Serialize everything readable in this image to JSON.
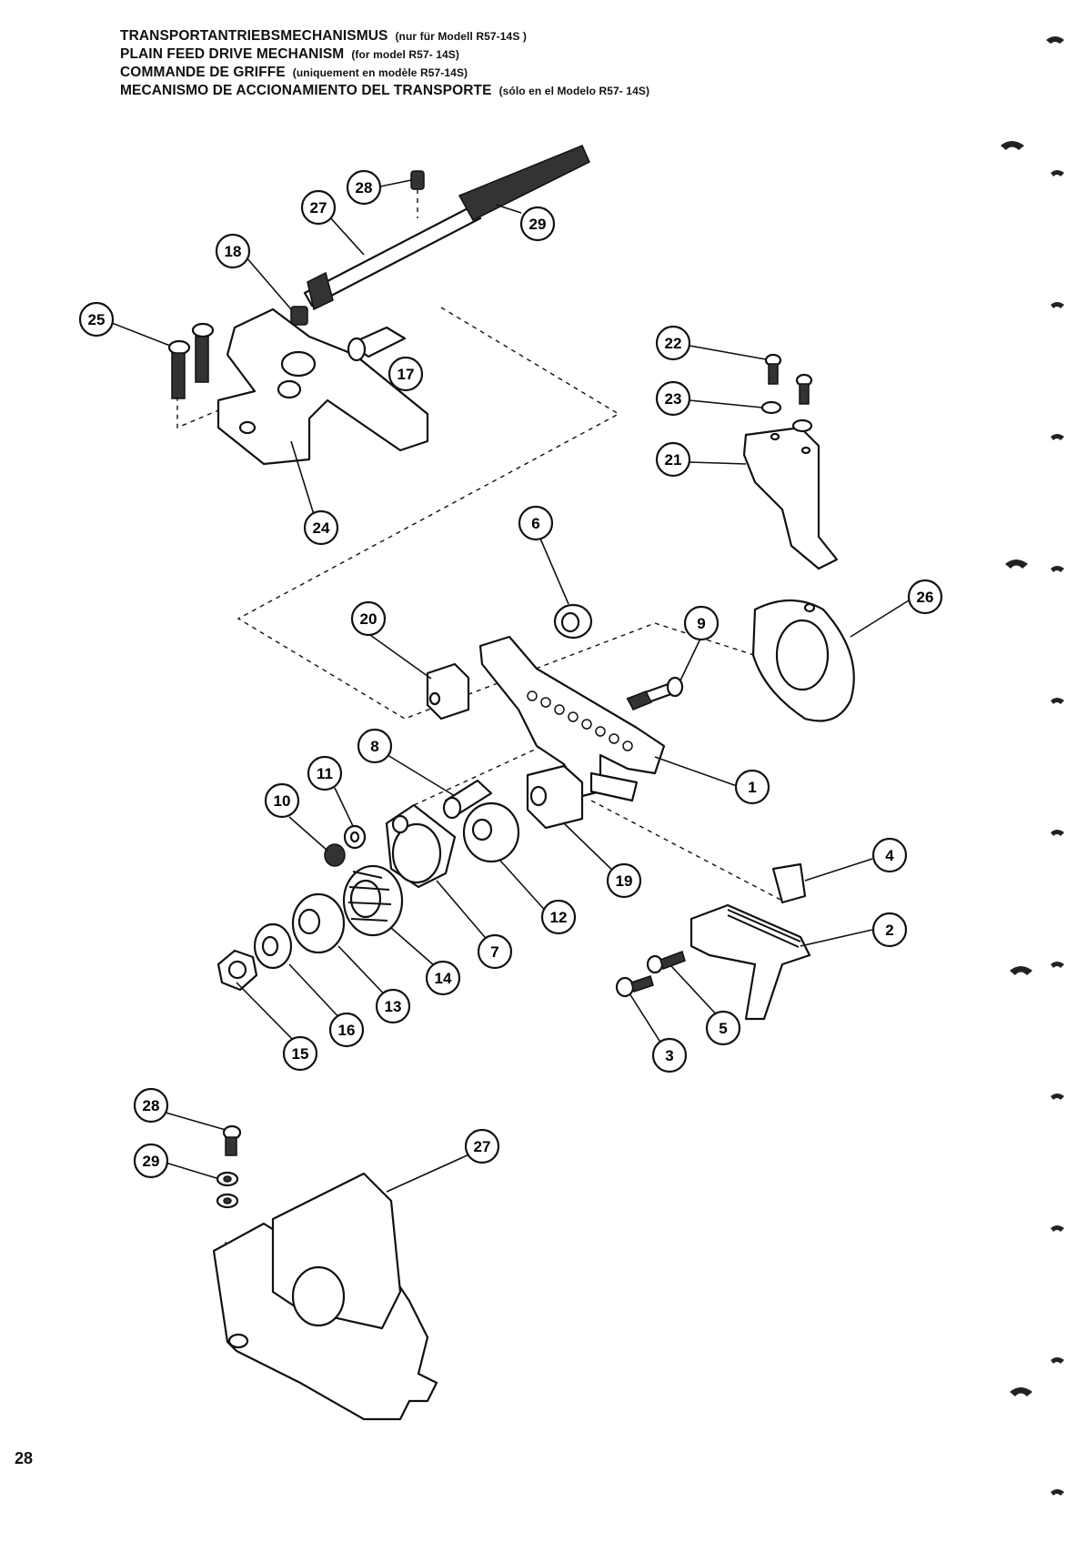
{
  "titles": [
    {
      "main": "TRANSPORTANTRIEBSMECHANISMUS",
      "note": "(nur für Modell R57-14S )"
    },
    {
      "main": "PLAIN FEED DRIVE MECHANISM",
      "note": "(for model R57- 14S)"
    },
    {
      "main": "COMMANDE DE GRIFFE",
      "note": "(uniquement en modèle R57-14S)"
    },
    {
      "main": "MECANISMO DE ACCIONAMIENTO DEL TRANSPORTE",
      "note": "(sólo en el Modelo R57- 14S)"
    }
  ],
  "page_number": "28",
  "callouts": [
    "28",
    "27",
    "29",
    "18",
    "25",
    "17",
    "22",
    "23",
    "21",
    "24",
    "6",
    "26",
    "20",
    "9",
    "8",
    "11",
    "10",
    "1",
    "19",
    "4",
    "12",
    "7",
    "2",
    "14",
    "13",
    "16",
    "15",
    "5",
    "3",
    "28",
    "29",
    "27"
  ]
}
